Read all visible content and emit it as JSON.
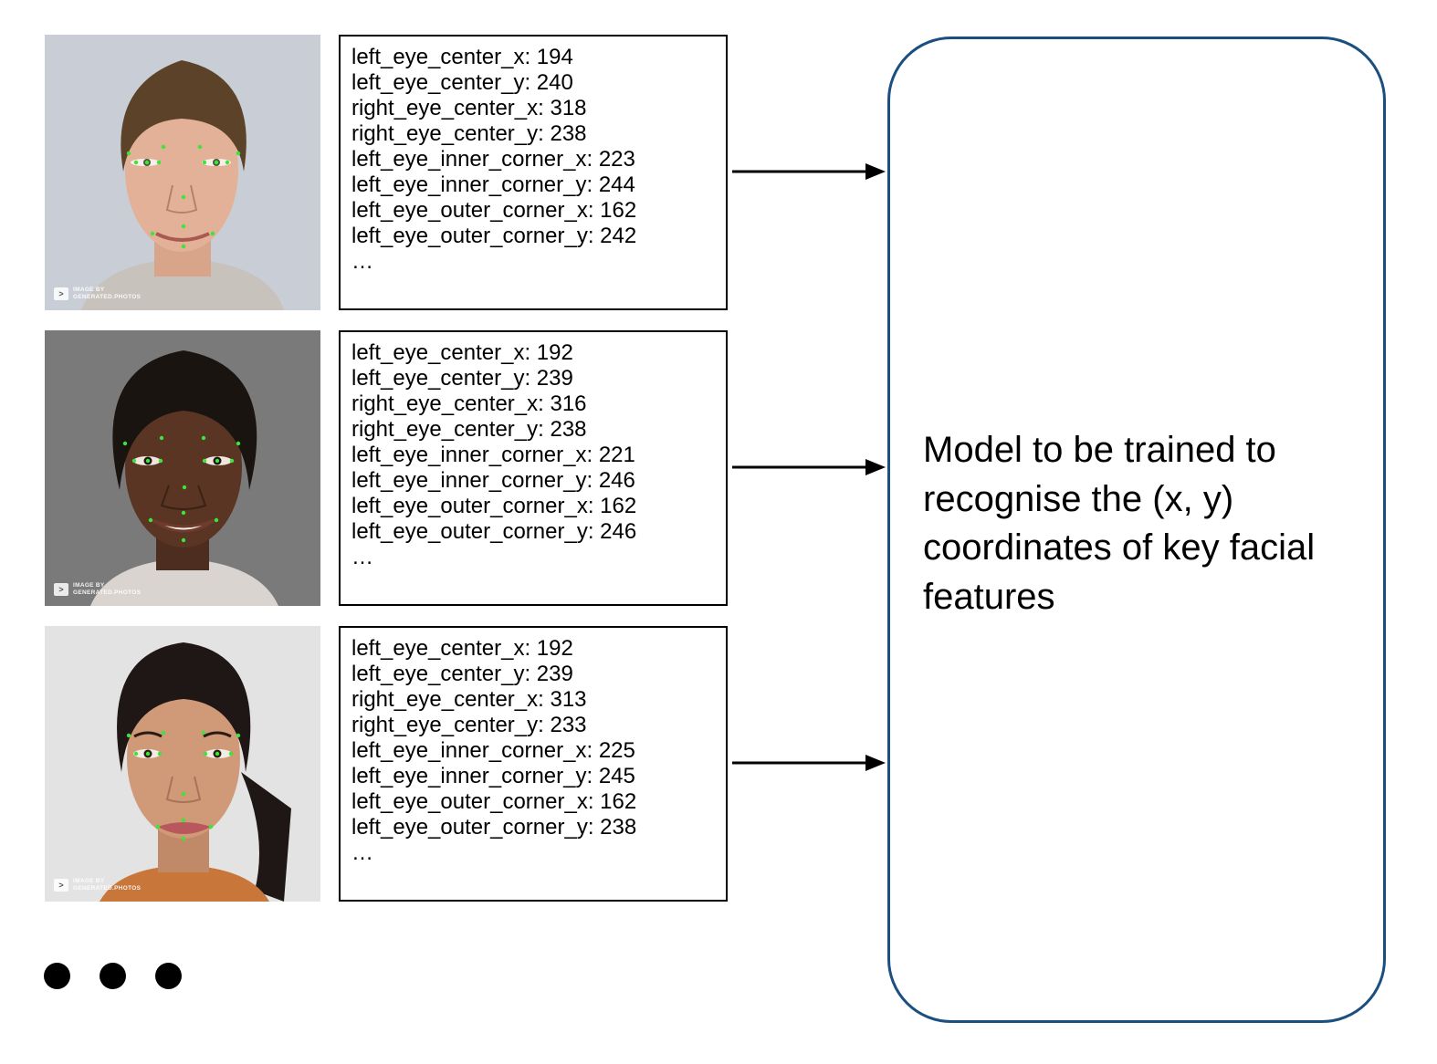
{
  "samples": [
    {
      "photo": {
        "subject": "man",
        "background_color": "#c9ced6",
        "skin_color": "#e2b197",
        "hair_color": "#5b4228",
        "clothing_color": "#c7c2bc",
        "watermark": "IMAGE BY GENERATED.PHOTOS"
      },
      "lines": [
        "left_eye_center_x: 194",
        "left_eye_center_y: 240",
        "right_eye_center_x: 318",
        "right_eye_center_y: 238",
        "left_eye_inner_corner_x: 223",
        "left_eye_inner_corner_y: 244",
        "left_eye_outer_corner_x: 162",
        "left_eye_outer_corner_y: 242",
        "…"
      ]
    },
    {
      "photo": {
        "subject": "woman",
        "background_color": "#7a7a7a",
        "skin_color": "#5a3524",
        "hair_color": "#1a1411",
        "clothing_color": "#d9d4cf",
        "watermark": "IMAGE BY GENERATED.PHOTOS"
      },
      "lines": [
        "left_eye_center_x: 192",
        "left_eye_center_y: 239",
        "right_eye_center_x: 316",
        "right_eye_center_y: 238",
        "left_eye_inner_corner_x: 221",
        "left_eye_inner_corner_y: 246",
        "left_eye_outer_corner_x: 162",
        "left_eye_outer_corner_y: 246",
        "…"
      ]
    },
    {
      "photo": {
        "subject": "woman",
        "background_color": "#e3e3e3",
        "skin_color": "#d09a78",
        "hair_color": "#1f1715",
        "clothing_color": "#c9763a",
        "watermark": "IMAGE BY GENERATED.PHOTOS"
      },
      "lines": [
        "left_eye_center_x: 192",
        "left_eye_center_y: 239",
        "right_eye_center_x: 313",
        "right_eye_center_y: 233",
        "left_eye_inner_corner_x: 225",
        "left_eye_inner_corner_y: 245",
        "left_eye_outer_corner_x: 162",
        "left_eye_outer_corner_y: 238",
        "…"
      ]
    }
  ],
  "model": {
    "label": "Model to be trained to recognise the (x, y) coordinates of key facial features",
    "border_color": "#1b4f80"
  },
  "keypoint_color": "#39e639",
  "continuation_marker": "more samples (three dots)"
}
